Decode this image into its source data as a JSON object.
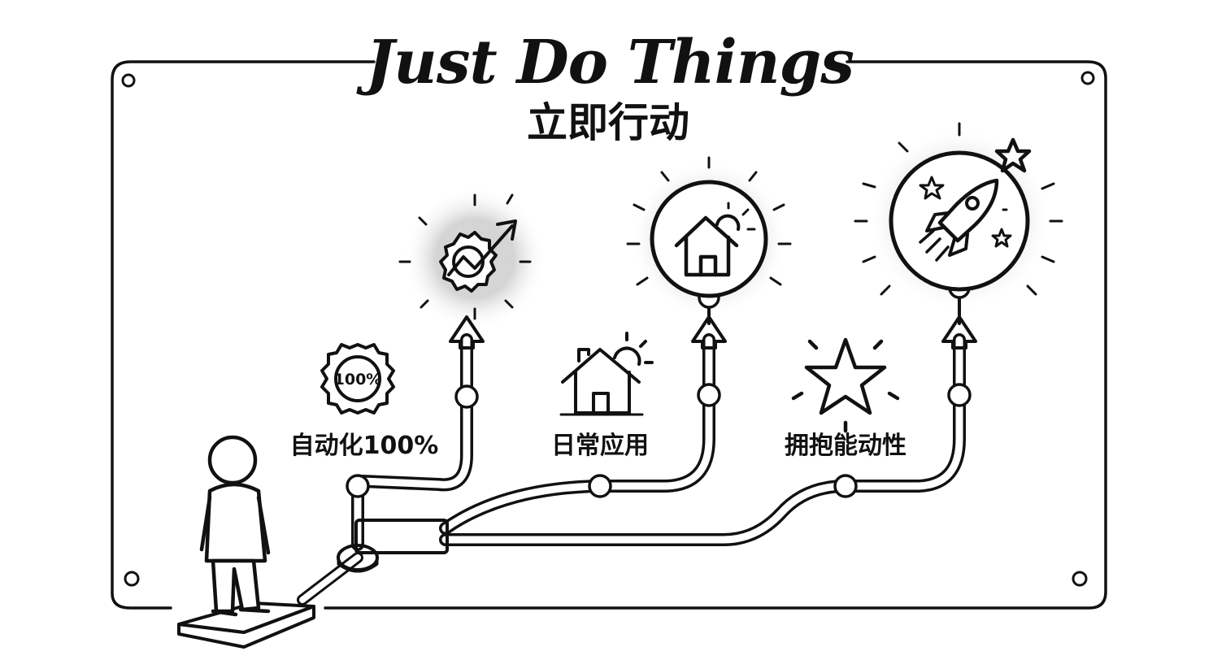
{
  "title": "Just Do Things",
  "subtitle": "立即行动",
  "badge_text": "100%",
  "branches": [
    {
      "label": "自动化100%",
      "icon": "gear-growth-icon",
      "emblem": "gear-100-icon"
    },
    {
      "label": "日常应用",
      "icon": "house-sun-icon",
      "emblem": "house-icon"
    },
    {
      "label": "拥抱能动性",
      "icon": "rocket-icon",
      "emblem": "star-icon"
    }
  ],
  "colors": {
    "ink": "#111111",
    "paper": "#ffffff",
    "glow": "#d9d9d9"
  }
}
